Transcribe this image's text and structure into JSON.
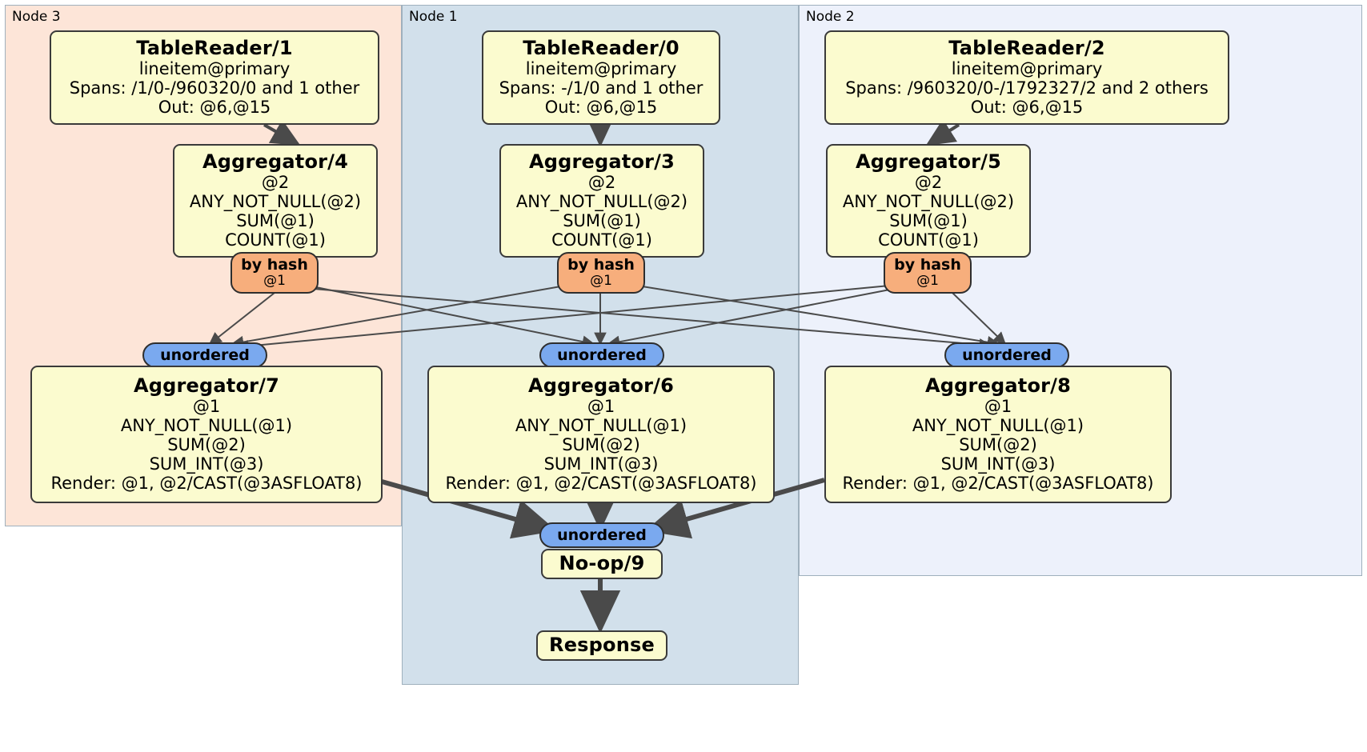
{
  "diagram": {
    "title": "DistSQL physical plan",
    "type": "query-plan-graph",
    "colors": {
      "node3_panel": "#fde5d8",
      "node1_panel": "#d2e0eb",
      "node2_panel": "#edf1fb",
      "processor_box": "#fbfbcf",
      "hash_router": "#f7ae7c",
      "unordered_sync": "#7aa9ef",
      "edge": "#4a4a4a",
      "border": "#3a3a3a"
    }
  },
  "panels": [
    {
      "id": "node3",
      "label": "Node 3"
    },
    {
      "id": "node1",
      "label": "Node 1"
    },
    {
      "id": "node2",
      "label": "Node 2"
    }
  ],
  "processors": {
    "table_reader_1": {
      "title": "TableReader/1",
      "lines": [
        "lineitem@primary",
        "Spans: /1/0-/960320/0 and 1 other",
        "Out: @6,@15"
      ]
    },
    "table_reader_0": {
      "title": "TableReader/0",
      "lines": [
        "lineitem@primary",
        "Spans: -/1/0 and 1 other",
        "Out: @6,@15"
      ]
    },
    "table_reader_2": {
      "title": "TableReader/2",
      "lines": [
        "lineitem@primary",
        "Spans: /960320/0-/1792327/2 and 2 others",
        "Out: @6,@15"
      ]
    },
    "aggregator_4": {
      "title": "Aggregator/4",
      "lines": [
        "@2",
        "ANY_NOT_NULL(@2)",
        "SUM(@1)",
        "COUNT(@1)"
      ]
    },
    "aggregator_3": {
      "title": "Aggregator/3",
      "lines": [
        "@2",
        "ANY_NOT_NULL(@2)",
        "SUM(@1)",
        "COUNT(@1)"
      ]
    },
    "aggregator_5": {
      "title": "Aggregator/5",
      "lines": [
        "@2",
        "ANY_NOT_NULL(@2)",
        "SUM(@1)",
        "COUNT(@1)"
      ]
    },
    "aggregator_7": {
      "title": "Aggregator/7",
      "lines": [
        "@1",
        "ANY_NOT_NULL(@1)",
        "SUM(@2)",
        "SUM_INT(@3)",
        "Render: @1, @2/CAST(@3ASFLOAT8)"
      ]
    },
    "aggregator_6": {
      "title": "Aggregator/6",
      "lines": [
        "@1",
        "ANY_NOT_NULL(@1)",
        "SUM(@2)",
        "SUM_INT(@3)",
        "Render: @1, @2/CAST(@3ASFLOAT8)"
      ]
    },
    "aggregator_8": {
      "title": "Aggregator/8",
      "lines": [
        "@1",
        "ANY_NOT_NULL(@1)",
        "SUM(@2)",
        "SUM_INT(@3)",
        "Render: @1, @2/CAST(@3ASFLOAT8)"
      ]
    },
    "noop_9": {
      "title": "No-op/9",
      "lines": []
    },
    "response": {
      "title": "Response",
      "lines": []
    }
  },
  "routers": {
    "hash_left": {
      "label": "by hash",
      "sub": "@1"
    },
    "hash_center": {
      "label": "by hash",
      "sub": "@1"
    },
    "hash_right": {
      "label": "by hash",
      "sub": "@1"
    }
  },
  "synchronizers": {
    "sync_left": {
      "label": "unordered"
    },
    "sync_center": {
      "label": "unordered"
    },
    "sync_right": {
      "label": "unordered"
    },
    "sync_final": {
      "label": "unordered"
    }
  }
}
